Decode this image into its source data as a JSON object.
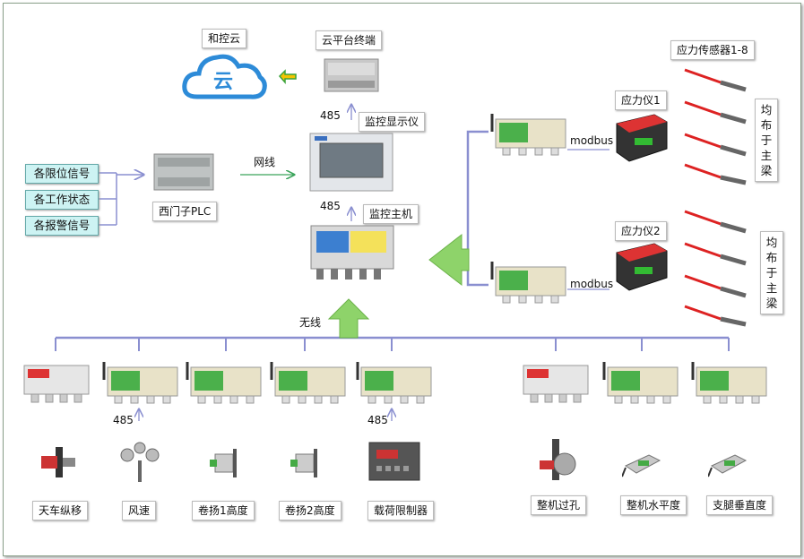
{
  "cloud": {
    "label": "和控云",
    "glyph": "云"
  },
  "cloud_terminal": {
    "label": "云平台终端"
  },
  "monitor_display": {
    "label": "监控显示仪",
    "link": "485"
  },
  "monitor_host": {
    "label": "监控主机",
    "link": "485"
  },
  "plc": {
    "label": "西门子PLC",
    "link": "网线"
  },
  "signals": [
    "各限位信号",
    "各工作状态",
    "各报警信号"
  ],
  "wireless": {
    "label": "无线"
  },
  "stress_sensors": {
    "label": "应力传感器1-8"
  },
  "stress_units": [
    {
      "label": "应力仪1",
      "link": "modbus",
      "side": "均布于主梁"
    },
    {
      "label": "应力仪2",
      "link": "modbus",
      "side": "均布于主梁"
    }
  ],
  "bottom_link_labels": [
    "485",
    "485"
  ],
  "sensors": [
    "天车纵移",
    "风速",
    "卷扬1高度",
    "卷扬2高度",
    "载荷限制器",
    "整机过孔",
    "整机水平度",
    "支腿垂直度"
  ],
  "colors": {
    "line": "#8a8fd0",
    "arrow_green": "#8ed36a",
    "cloud_blue": "#2d8bd8",
    "signal_box": "#cdf3f3"
  }
}
